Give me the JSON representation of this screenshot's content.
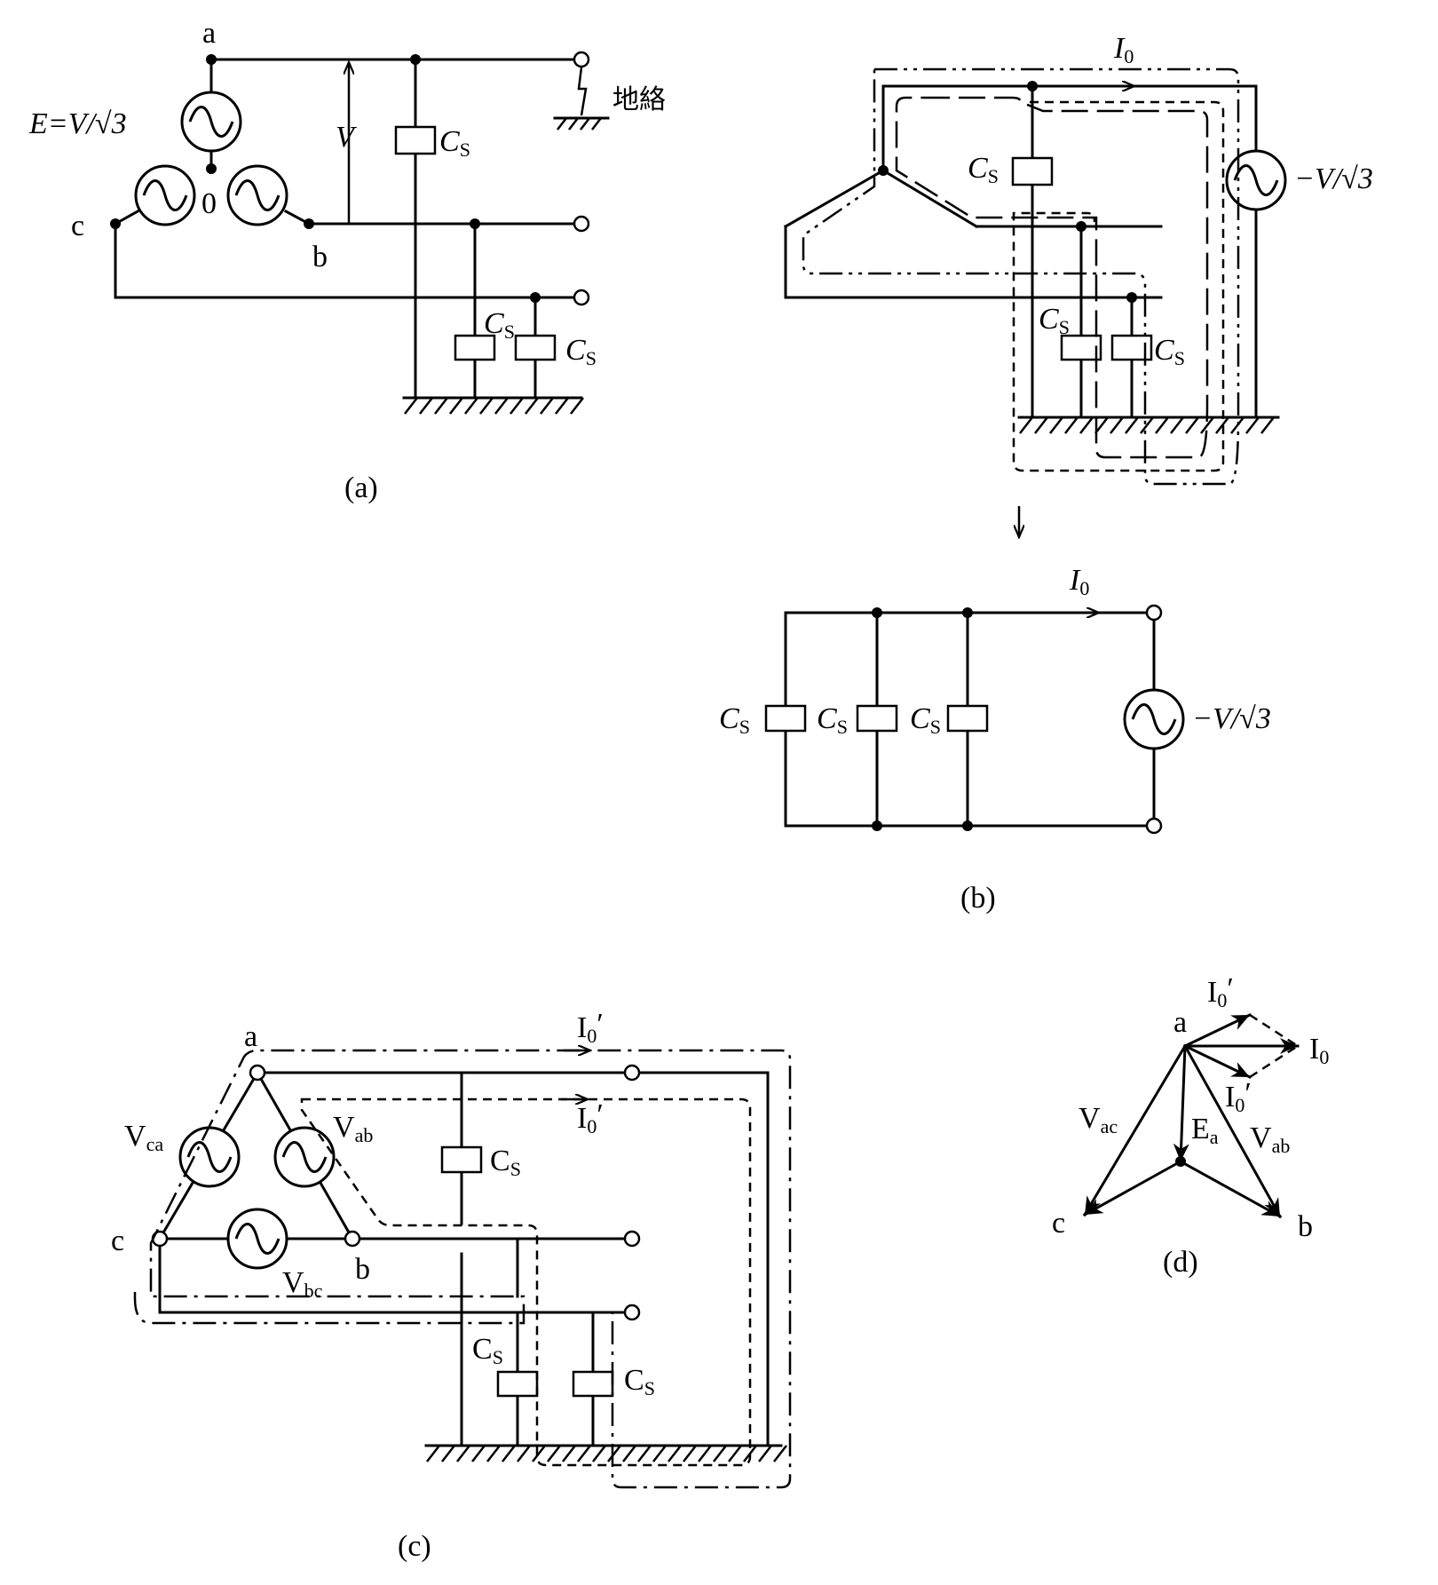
{
  "figure_a": {
    "caption": "(a)",
    "node_a": "a",
    "node_b": "b",
    "node_c": "c",
    "node_0": "0",
    "emf_label": "E=V/√3",
    "voltage_label": "V",
    "cap_label": "C",
    "cap_sub": "S",
    "fault_label": "地絡"
  },
  "figure_b": {
    "caption": "(b)",
    "current_label": "I",
    "current_sub": "0",
    "source_label": "−V/√3",
    "cap_label": "C",
    "cap_sub": "S"
  },
  "figure_c": {
    "caption": "(c)",
    "node_a": "a",
    "node_b": "b",
    "node_c": "c",
    "v_ca": "V",
    "v_ca_sub": "ca",
    "v_ab": "V",
    "v_ab_sub": "ab",
    "v_bc": "V",
    "v_bc_sub": "bc",
    "current_label": "I",
    "current_sub": "0",
    "current_prime": "′",
    "cap_label": "C",
    "cap_sub": "S"
  },
  "figure_d": {
    "caption": "(d)",
    "node_a": "a",
    "node_b": "b",
    "node_c": "c",
    "i0": "I",
    "i0_sub": "0",
    "i0p": "I",
    "i0p_sub": "0",
    "prime": "′",
    "ea": "E",
    "ea_sub": "a",
    "vac": "V",
    "vac_sub": "ac",
    "vab": "V",
    "vab_sub": "ab"
  }
}
